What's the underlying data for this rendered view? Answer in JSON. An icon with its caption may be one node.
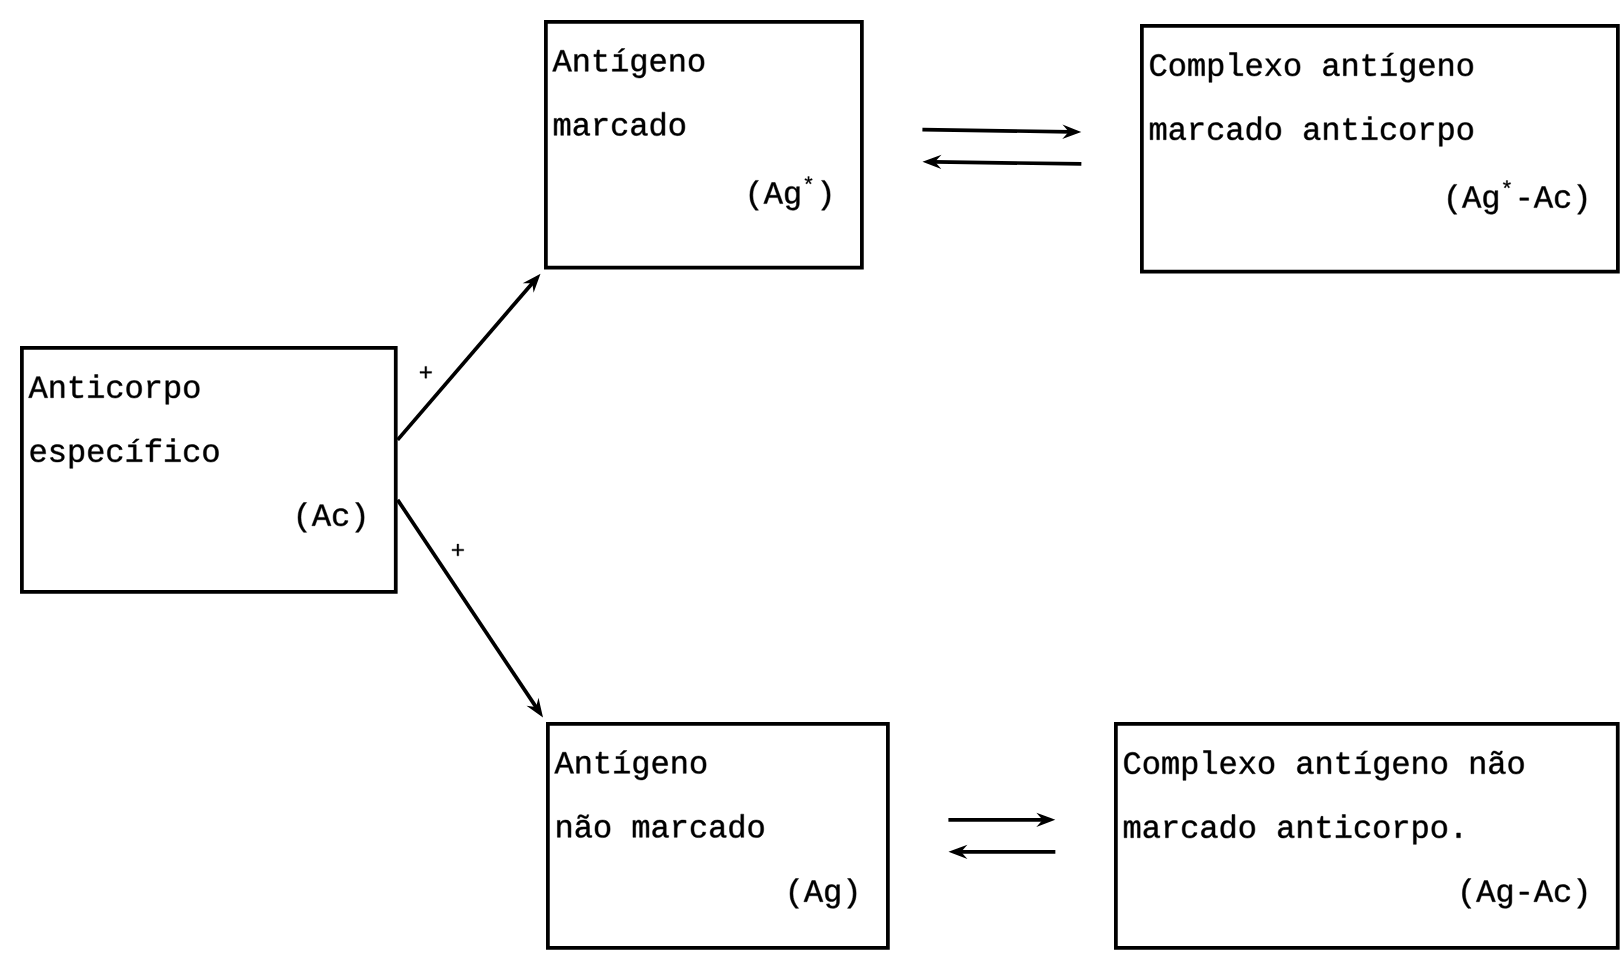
{
  "diagram": {
    "nodes": [
      {
        "text": [
          "Anticorpo específico",
          "(Ac)"
        ]
      },
      {
        "text": [
          "Antígeno marcado",
          "(Ag$^{*}$)"
        ]
      },
      {
        "text": [
          "Complexo antígeno marcado anticorpo",
          "(Ag$^{*}$-Ac)"
        ]
      },
      {
        "text": [
          "Antígeno não marcado",
          "(Ag)"
        ]
      },
      {
        "text": [
          "Complexo antígeno não marcado anticorpo.",
          "(Ag-Ac)"
        ]
      }
    ],
    "edges": [
      {
        "from": 0,
        "to": 1,
        "arrow": "to",
        "label": "+"
      },
      {
        "from": 0,
        "to": 3,
        "arrow": "to",
        "label": "+"
      },
      {
        "from": 1,
        "to": 2,
        "arrow": "to"
      },
      {
        "from": 2,
        "to": 1,
        "arrow": "to"
      },
      {
        "from": 3,
        "to": 4,
        "arrow": "to"
      },
      {
        "from": 4,
        "to": 3,
        "arrow": "to"
      }
    ]
  }
}
